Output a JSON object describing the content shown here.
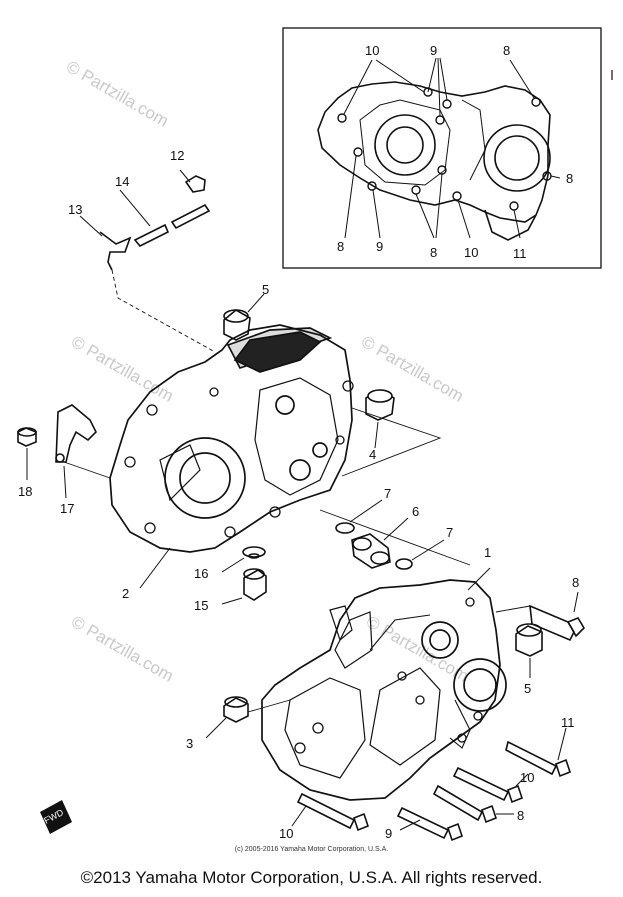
{
  "watermark_text": "© Partzilla.com",
  "inner_copyright": "(c) 2005-2016 Yamaha Motor Corporation, U.S.A.",
  "footer_copyright": "©2013 Yamaha Motor Corporation, U.S.A. All rights reserved.",
  "fwd_label": "FWD",
  "inset_callouts": [
    "10",
    "9",
    "8",
    "8",
    "8",
    "9",
    "8",
    "10",
    "11"
  ],
  "main_callouts": [
    "12",
    "14",
    "13",
    "5",
    "4",
    "18",
    "17",
    "7",
    "6",
    "7",
    "16",
    "15",
    "2",
    "1",
    "8",
    "5",
    "3",
    "11",
    "10",
    "8",
    "10",
    "9"
  ]
}
